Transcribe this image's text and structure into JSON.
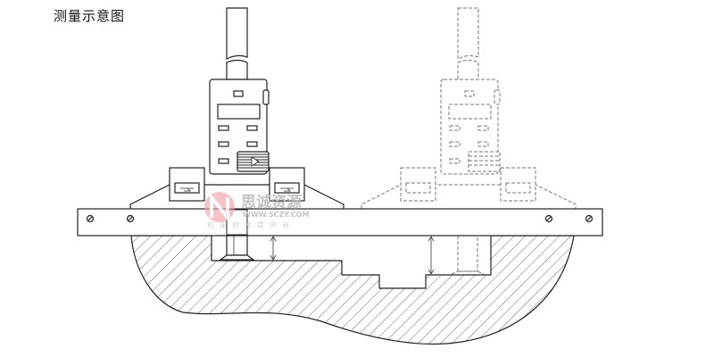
{
  "title": "测量示意图",
  "watermark": {
    "brand": "思诚资源",
    "url": "WWW.SCZY.COM",
    "slogan": "机床附件提供商",
    "logo_color": "#f2a0a6"
  },
  "colors": {
    "line": "#222222",
    "dashed": "#777777"
  }
}
